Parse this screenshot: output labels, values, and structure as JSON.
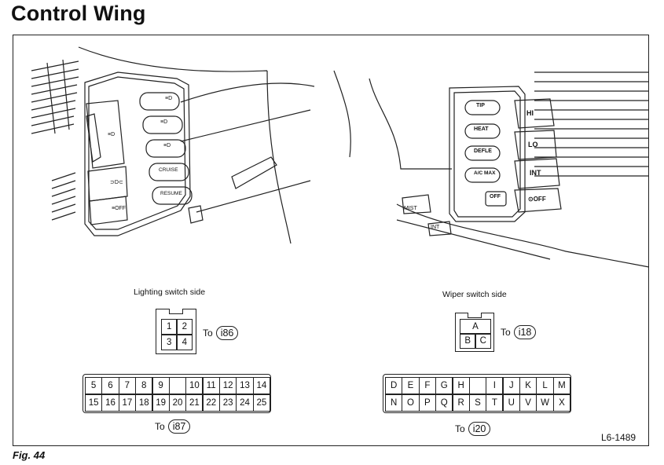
{
  "title": "Control Wing",
  "figure_label": "Fig. 44",
  "drawing_code": "L6-1489",
  "lighting": {
    "caption": "Lighting switch side",
    "small_pins": [
      "1",
      "2",
      "3",
      "4"
    ],
    "small_to": "To",
    "small_ref": "i86",
    "row1": [
      "5",
      "6",
      "7",
      "8",
      "9",
      "",
      "10",
      "11",
      "12",
      "13",
      "14"
    ],
    "row2": [
      "15",
      "16",
      "17",
      "18",
      "19",
      "20",
      "21",
      "22",
      "23",
      "24",
      "25"
    ],
    "large_to": "To",
    "large_ref": "i87"
  },
  "wiper": {
    "caption": "Wiper switch side",
    "small_pins": [
      "A",
      "B",
      "C"
    ],
    "small_to": "To",
    "small_ref": "i18",
    "row1": [
      "D",
      "E",
      "F",
      "G",
      "H",
      "",
      "I",
      "J",
      "K",
      "L",
      "M"
    ],
    "row2": [
      "N",
      "O",
      "P",
      "Q",
      "R",
      "S",
      "T",
      "U",
      "V",
      "W",
      "X"
    ],
    "large_to": "To",
    "large_ref": "i20"
  },
  "left_switch_labels": [
    "≡D",
    "≡D",
    "≡D",
    "CRUISE",
    "RESUME"
  ],
  "left_rocker_labels": [
    "≡D",
    "⊃D⊂",
    "≡OFF"
  ],
  "right_switch_labels": [
    "TIP",
    "HEAT",
    "DEFLE",
    "A/C MAX",
    "OFF"
  ],
  "right_tab_labels": [
    "HI",
    "LO",
    "INT",
    "⊙OFF"
  ],
  "stalk_labels": [
    "MIST",
    "INT"
  ]
}
